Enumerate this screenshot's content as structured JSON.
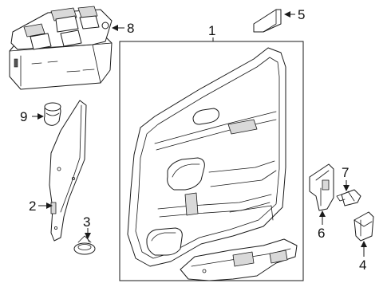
{
  "callouts": {
    "c1": "1",
    "c2": "2",
    "c3": "3",
    "c4": "4",
    "c5": "5",
    "c6": "6",
    "c7": "7",
    "c8": "8",
    "c9": "9"
  },
  "colors": {
    "line": "#1a1a1a",
    "fill": "#ffffff",
    "shade": "#d9d9d9"
  }
}
